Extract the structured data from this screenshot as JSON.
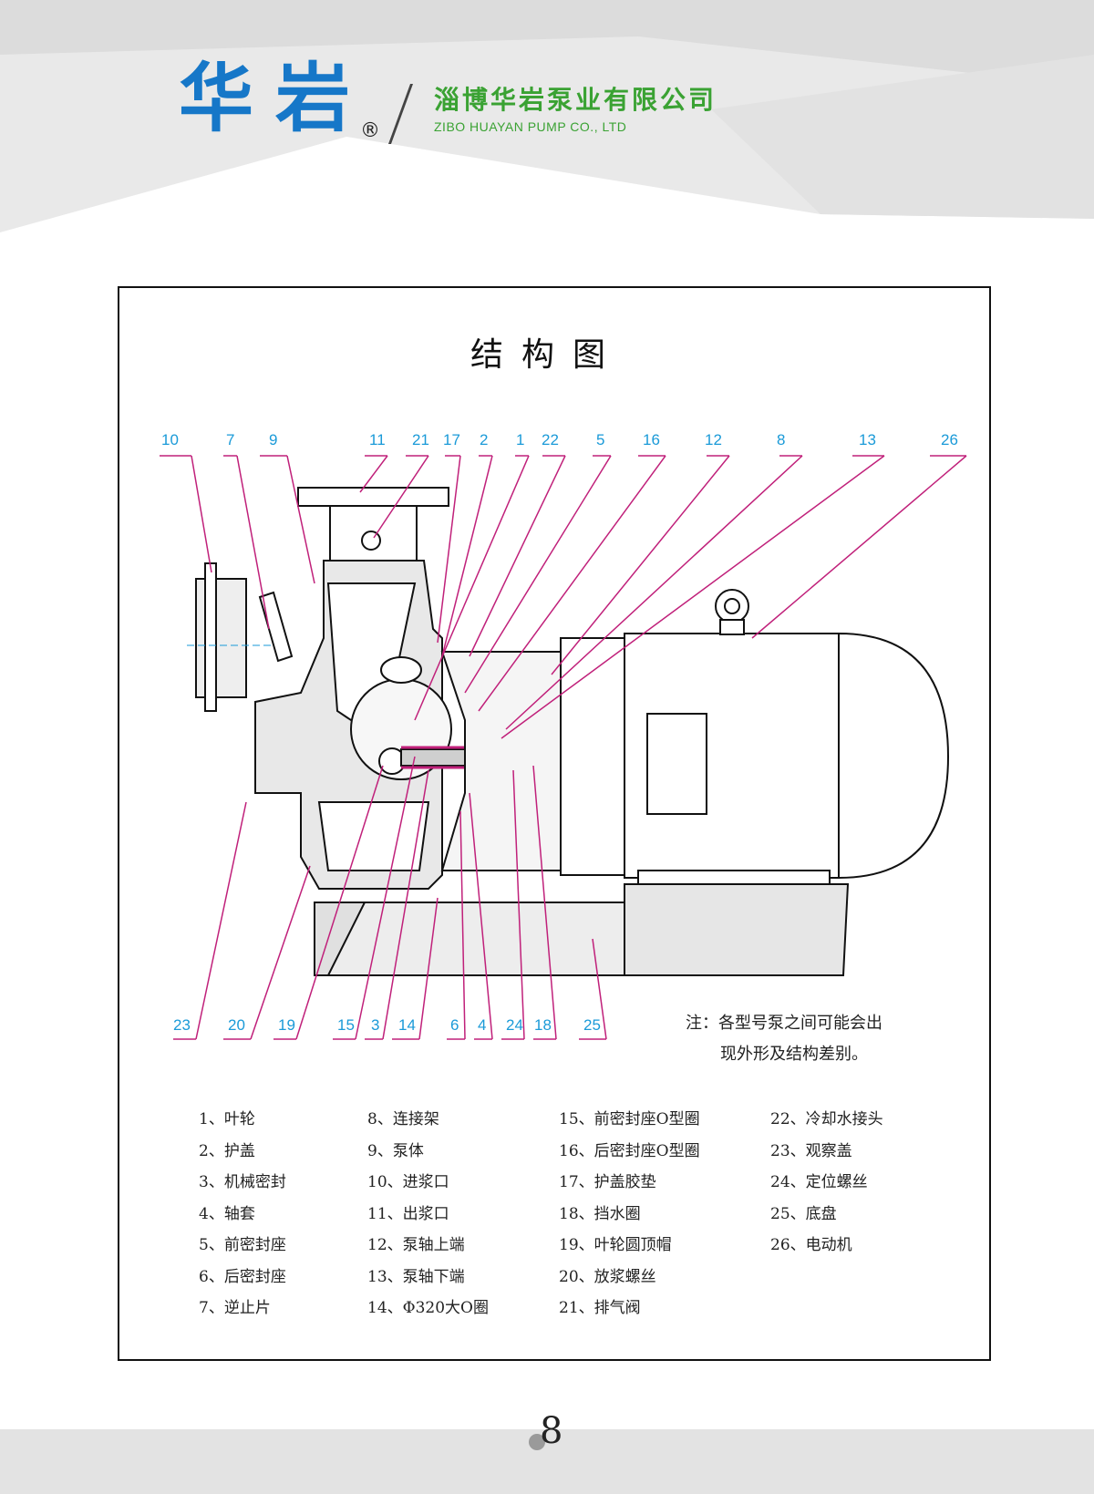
{
  "header": {
    "brand": "华岩",
    "registered_mark": "®",
    "company_cn": "淄博华岩泵业有限公司",
    "company_en": "ZIBO HUAYAN PUMP CO., LTD"
  },
  "diagram": {
    "title": "结构图",
    "top_labels": [
      "10",
      "7",
      "9",
      "11",
      "21",
      "17",
      "2",
      "1",
      "22",
      "5",
      "16",
      "12",
      "8",
      "13",
      "26"
    ],
    "bottom_labels": [
      "23",
      "20",
      "19",
      "15",
      "3",
      "14",
      "6",
      "4",
      "24",
      "18",
      "25"
    ],
    "note_line1": "注：各型号泵之间可能会出",
    "note_line2": "现外形及结构差别。",
    "colors": {
      "label_blue": "#1a9ad8",
      "leader_magenta": "#c0207a",
      "line": "#111111"
    }
  },
  "parts": [
    [
      "1、叶轮",
      "2、护盖",
      "3、机械密封",
      "4、轴套",
      "5、前密封座",
      "6、后密封座",
      "7、逆止片"
    ],
    [
      "8、连接架",
      "9、泵体",
      "10、进浆口",
      "11、出浆口",
      "12、泵轴上端",
      "13、泵轴下端",
      "14、Φ320大O圈"
    ],
    [
      "15、前密封座O型圈",
      "16、后密封座O型圈",
      "17、护盖胶垫",
      "18、挡水圈",
      "19、叶轮圆顶帽",
      "20、放浆螺丝",
      "21、排气阀"
    ],
    [
      "22、冷却水接头",
      "23、观察盖",
      "24、定位螺丝",
      "25、底盘",
      "26、电动机"
    ]
  ],
  "footer": {
    "page_number": "8"
  }
}
